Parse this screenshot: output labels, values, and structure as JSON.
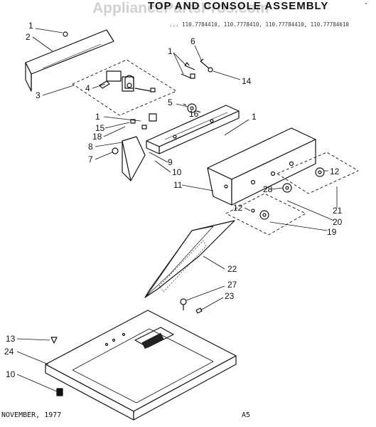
{
  "title": "TOP AND CONSOLE ASSEMBLY",
  "watermark": "AppliancePartsPros.com",
  "model_line": "... 110.7784410, 110.7778410, 110.77784410, 110.77784610",
  "footer": {
    "date": "NOVEMBER, 1977",
    "code": "A5"
  },
  "corner_mark": "-",
  "callouts": [
    "1",
    "2",
    "1",
    "6",
    "14",
    "3",
    "4",
    "5",
    "16",
    "1",
    "15",
    "18",
    "1",
    "8",
    "9",
    "7",
    "10",
    "11",
    "12",
    "28",
    "21",
    "12",
    "20",
    "19",
    "22",
    "27",
    "23",
    "13",
    "24",
    "10"
  ],
  "colors": {
    "ink": "#111111",
    "paper": "#ffffff",
    "watermark": "#aaaaaa"
  }
}
